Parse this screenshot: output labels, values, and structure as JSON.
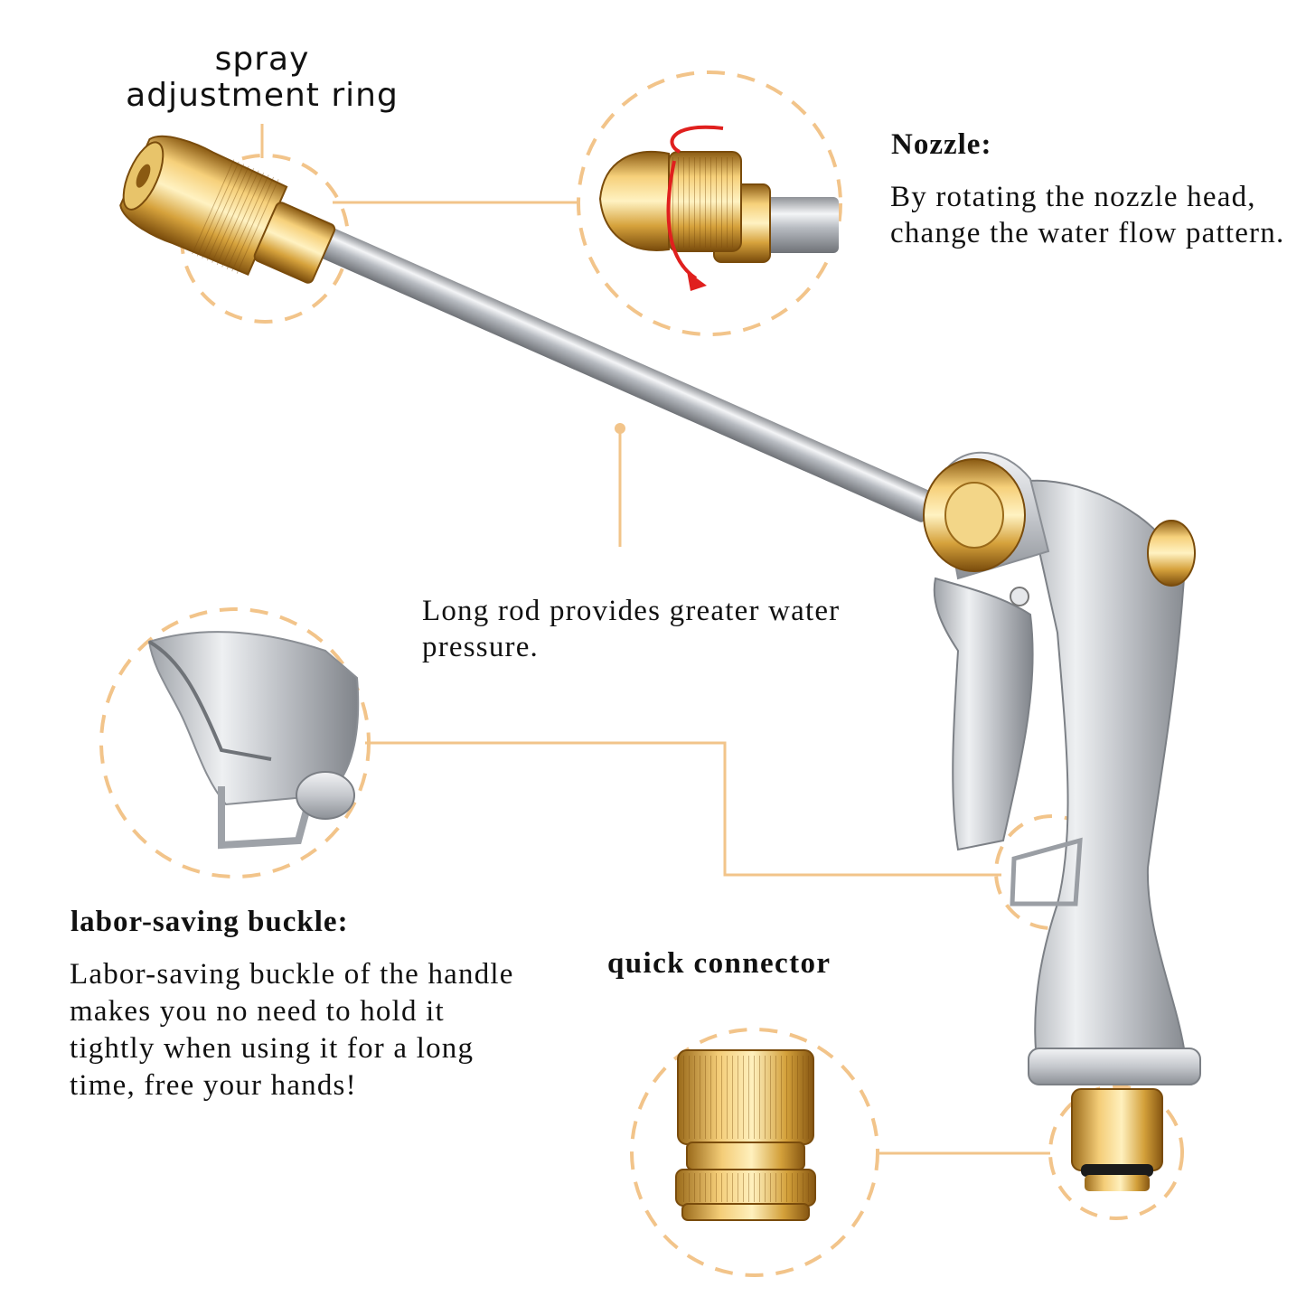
{
  "labels": {
    "spray_line1": "spray",
    "spray_line2": "adjustment ring",
    "nozzle_title": "Nozzle:",
    "nozzle_desc": "By rotating the nozzle head, change the water flow pattern.",
    "rod_desc": "Long rod provides greater water pressure.",
    "buckle_title": "labor-saving buckle:",
    "buckle_desc": "Labor-saving buckle of the handle makes you no need to hold it tightly when using it for a long time,  free your hands!",
    "quick_title": "quick connector"
  },
  "colors": {
    "accent": "#f2c48a",
    "brass": "#d9a640",
    "silver": "#c8cbd0",
    "rotation_arrow": "#e0201e",
    "text": "#111111"
  },
  "icons": [
    "rotation-arrow-icon"
  ]
}
